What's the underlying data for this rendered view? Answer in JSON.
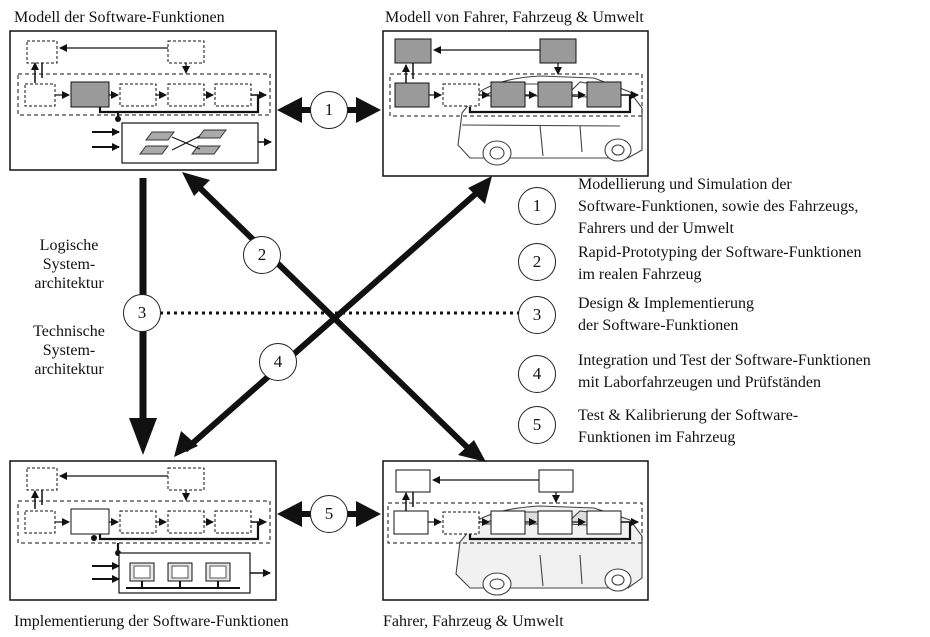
{
  "panels": {
    "top_left_title": "Modell der Software-Funktionen",
    "top_right_title": "Modell von Fahrer, Fahrzeug & Umwelt",
    "bottom_left_title": "Implementierung der Software-Funktionen",
    "bottom_right_title": "Fahrer, Fahrzeug & Umwelt"
  },
  "side_labels": {
    "logical": [
      "Logische",
      "System-",
      "architektur"
    ],
    "technical": [
      "Technische",
      "System-",
      "architektur"
    ]
  },
  "markers": {
    "m1": "1",
    "m2": "2",
    "m3": "3",
    "m4": "4",
    "m5": "5"
  },
  "legend": [
    {
      "num": "1",
      "lines": [
        "Modellierung und Simulation der",
        "Software-Funktionen, sowie des Fahrzeugs,",
        "Fahrers und der Umwelt"
      ]
    },
    {
      "num": "2",
      "lines": [
        "Rapid-Prototyping der Software-Funktionen",
        "im realen Fahrzeug"
      ]
    },
    {
      "num": "3",
      "lines": [
        "Design & Implementierung",
        "der Software-Funktionen"
      ]
    },
    {
      "num": "4",
      "lines": [
        "Integration und Test der Software-Funktionen",
        "mit Laborfahrzeugen und Prüfständen"
      ]
    },
    {
      "num": "5",
      "lines": [
        "Test & Kalibrierung der Software-",
        "Funktionen im Fahrzeug"
      ]
    }
  ]
}
